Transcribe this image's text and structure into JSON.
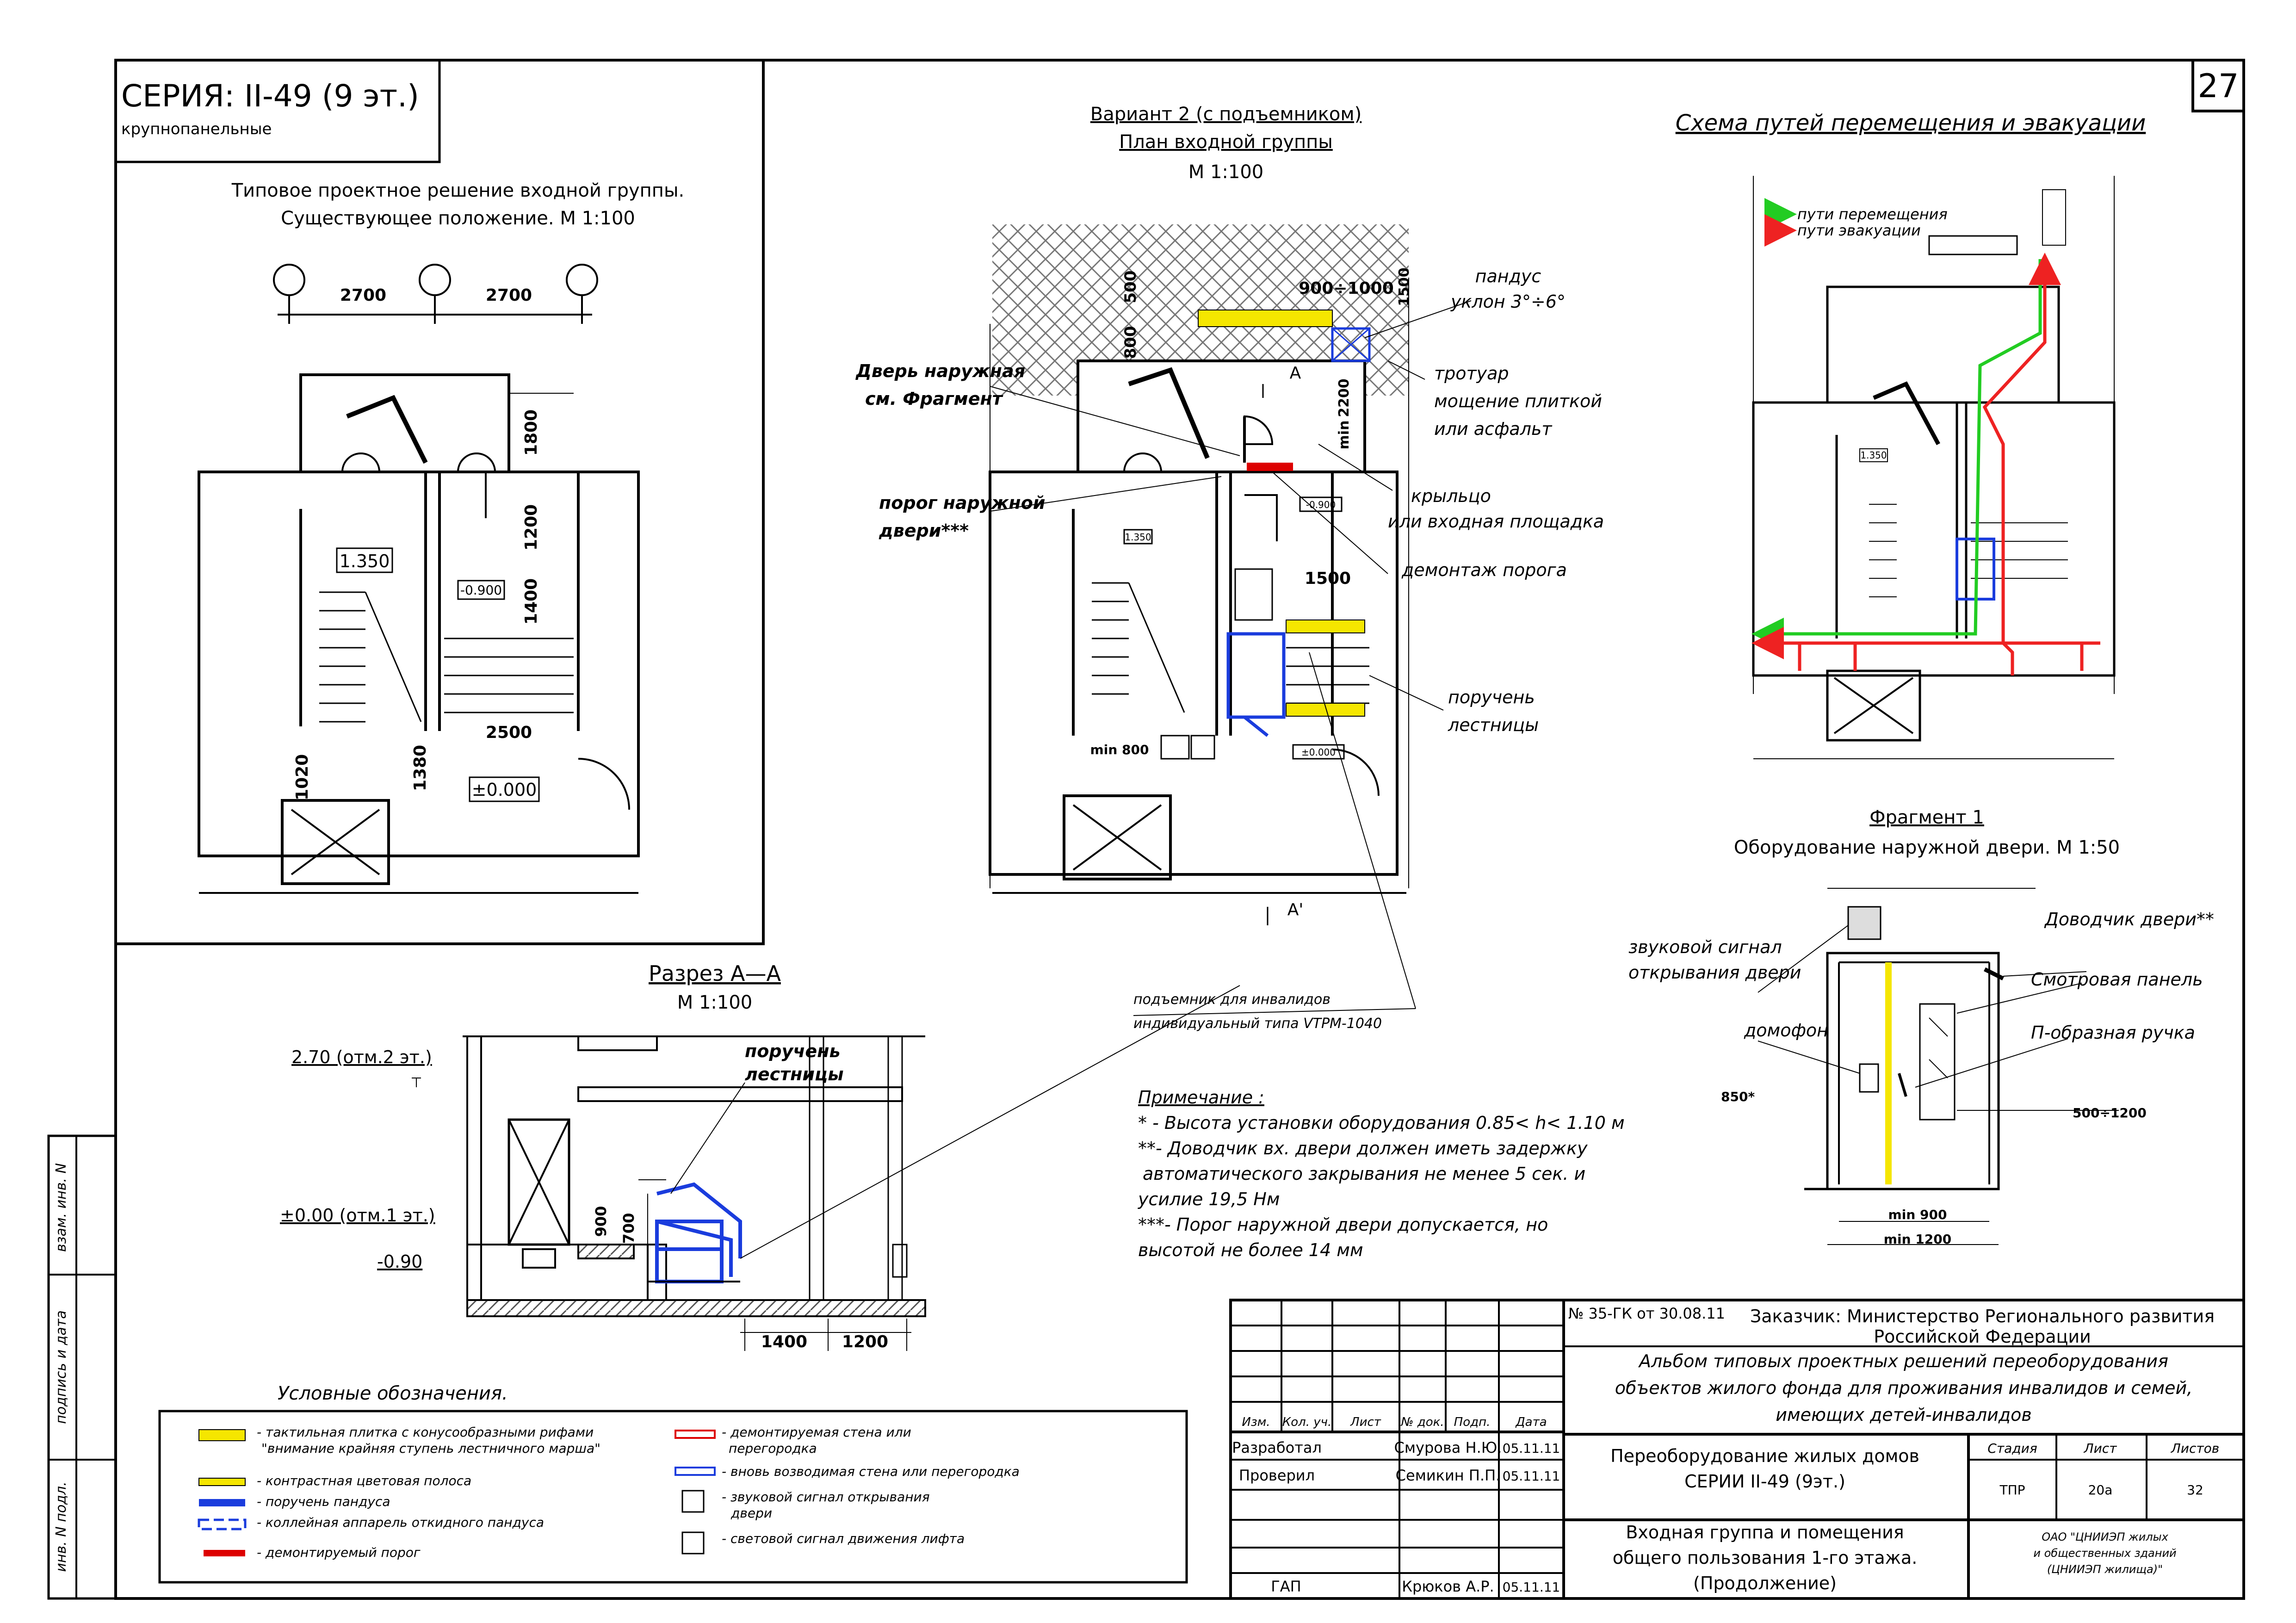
{
  "page_number": "27",
  "series": {
    "title": "СЕРИЯ: II-49 (9 эт.)",
    "subtitle": "крупнопанельные"
  },
  "existing_plan": {
    "title_line1": "Типовое проектное решение входной группы.",
    "title_line2": "Существующее положение. М 1:100",
    "dims": [
      "2700",
      "2700",
      "1800",
      "1200",
      "1400",
      "2500",
      "1020",
      "1380"
    ],
    "levels": [
      "1.350",
      "-0.900",
      "±0.000"
    ]
  },
  "variant2_plan": {
    "title_line1": "Вариант 2 (с подъемником)",
    "title_line2": "План входной группы",
    "scale": "М 1:100",
    "dims": [
      "500",
      "800",
      "900÷1000",
      "1500",
      "2200",
      "min",
      "1500",
      "min 800"
    ],
    "section_marks": [
      "A",
      "A'"
    ],
    "levels": [
      "1.350",
      "-0.900",
      "±0.000"
    ],
    "labels": {
      "ramp": "пандус",
      "ramp_slope": "уклон 3°÷6°",
      "sidewalk": "тротуар",
      "sidewalk_desc1": "мощение плиткой",
      "sidewalk_desc2": "или асфальт",
      "outer_door1": "Дверь наружная",
      "outer_door2": "см. Фрагмент",
      "porch1": "крыльцо",
      "porch2": "или входная площадка",
      "threshold1": "порог наружной",
      "threshold2": "двери***",
      "remove_threshold": "демонтаж порога",
      "handrail1": "поручень",
      "handrail2": "лестницы",
      "lift1": "подъемник для инвалидов",
      "lift2": "индивидуальный типа VTPM-1040"
    }
  },
  "evacuation": {
    "title": "Схема путей перемещения и эвакуации",
    "legend": [
      "пути перемещения",
      "пути эвакуации"
    ],
    "level": "1.350",
    "colors": {
      "movement": "#22cc22",
      "evacuation": "#ee2222"
    }
  },
  "fragment1": {
    "title": "Фрагмент 1",
    "subtitle": "Оборудование наружной двери. М 1:50",
    "labels": {
      "sound1": "звуковой сигнал",
      "sound2": "открывания двери",
      "closer": "Доводчик двери**",
      "panel": "Смотровая панель",
      "handle": "П-образная ручка",
      "intercom": "домофон"
    },
    "dims": [
      "850*",
      "500÷1200",
      "min 900",
      "min 1200"
    ]
  },
  "section_aa": {
    "title": "Разрез А—А",
    "scale": "М 1:100",
    "levels": [
      "2.70 (отм.2 эт.)",
      "±0.00 (отм.1 эт.)",
      "-0.90"
    ],
    "dims": [
      "900",
      "700",
      "1400",
      "1200"
    ],
    "handrail1": "поручень",
    "handrail2": "лестницы"
  },
  "notes": {
    "title": "Примечание :",
    "lines": [
      "* - Высота установки оборудования 0.85< h< 1.10 м",
      "**- Доводчик вх. двери должен иметь задержку",
      "автоматического закрывания не менее 5 сек. и",
      "усилие 19,5 Нм",
      "***-  Порог наружной двери допускается, но",
      "высотой не более 14 мм"
    ]
  },
  "legend": {
    "title": "Условные обозначения.",
    "items_left": [
      {
        "text1": "- тактильная плитка с конусообразными рифами",
        "text2": "\"внимание крайняя ступень лестничного марша\""
      },
      {
        "text1": "- контрастная цветовая полоса",
        "text2": ""
      },
      {
        "text1": "- поручень пандуса",
        "text2": ""
      },
      {
        "text1": "- коллейная аппарель откидного пандуса",
        "text2": ""
      },
      {
        "text1": "- демонтируемый порог",
        "text2": ""
      }
    ],
    "items_right": [
      {
        "text1": "- демонтируемая стена или",
        "text2": "перегородка"
      },
      {
        "text1": "- вновь возводимая стена или перегородка",
        "text2": ""
      },
      {
        "text1": "- звуковой сигнал открывания",
        "text2": "двери"
      },
      {
        "text1": "- световой сигнал движения лифта",
        "text2": ""
      }
    ]
  },
  "side_stamp": [
    "взам. инв. N",
    "подпись и дата",
    "инв. N подл."
  ],
  "title_block": {
    "contract": "№ 35-ГК от 30.08.11",
    "customer1": "Заказчик: Министерство Регионального развития",
    "customer2": "Российской Федерации",
    "album1": "Альбом типовых проектных решений переоборудования",
    "album2": "объектов жилого фонда для проживания инвалидов и семей,",
    "album3": "имеющих детей-инвалидов",
    "headers": [
      "Изм.",
      "Кол. уч.",
      "Лист",
      "№ док.",
      "Подп.",
      "Дата"
    ],
    "rows": [
      {
        "role": "Разработал",
        "name": "Смурова Н.Ю.",
        "date": "05.11.11"
      },
      {
        "role": "Проверил",
        "name": "Семикин П.П.",
        "date": "05.11.11"
      },
      {
        "role": "ГАП",
        "name": "Крюков А.Р.",
        "date": "05.11.11"
      }
    ],
    "object1": "Переоборудование жилых домов",
    "object2": "СЕРИИ II-49 (9эт.)",
    "stage_headers": [
      "Стадия",
      "Лист",
      "Листов"
    ],
    "stage_values": [
      "ТПР",
      "20а",
      "32"
    ],
    "sheet_name1": "Входная группа и помещения",
    "sheet_name2": "общего пользования 1-го этажа.",
    "sheet_name3": "(Продолжение)",
    "org1": "ОАО \"ЦНИИЭП жилых",
    "org2": "и общественных зданий",
    "org3": "(ЦНИИЭП жилища)\""
  }
}
